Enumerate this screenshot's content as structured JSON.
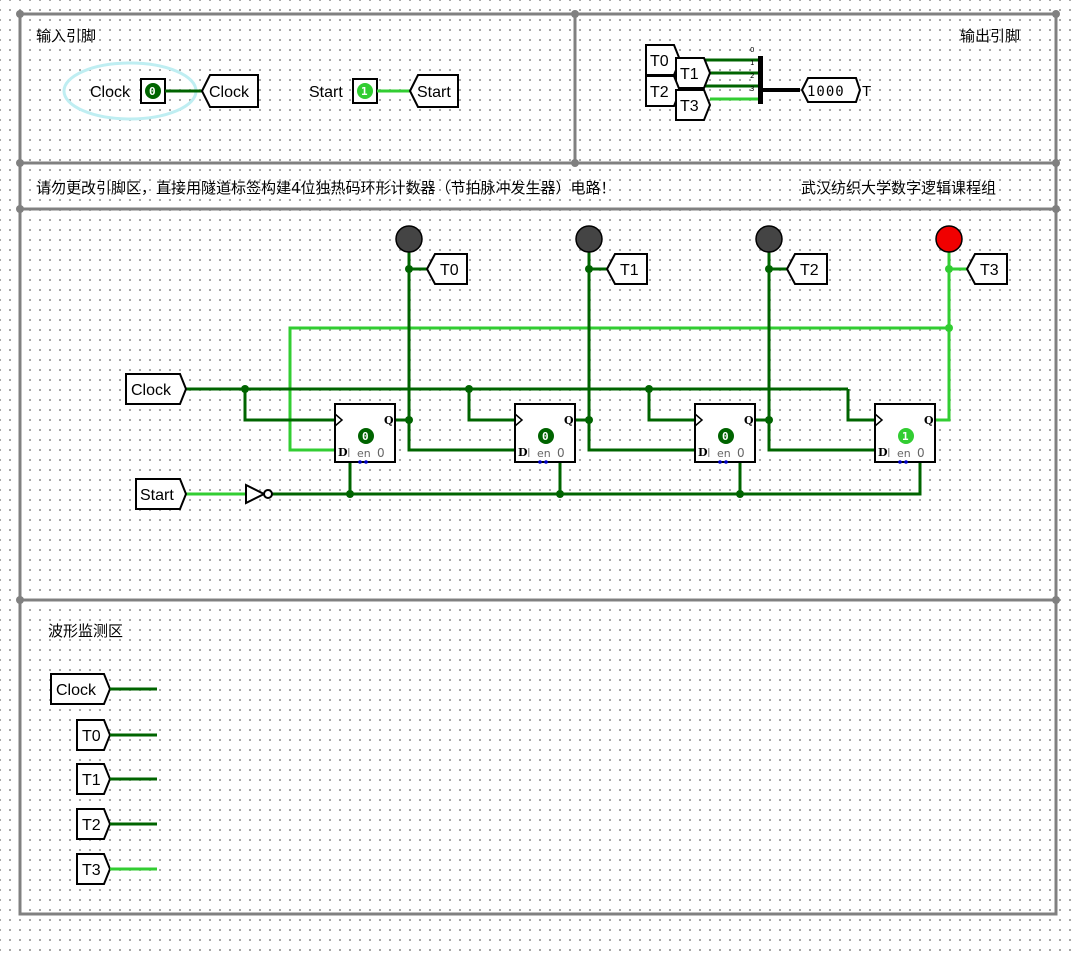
{
  "input_panel": {
    "title": "输入引脚",
    "clock_label": "Clock",
    "clock_value": "0",
    "clock_tunnel": "Clock",
    "start_label": "Start",
    "start_value": "1",
    "start_tunnel": "Start"
  },
  "output_panel": {
    "title": "输出引脚",
    "tunnels": [
      "T0",
      "T1",
      "T2",
      "T3"
    ],
    "splitter_bits": [
      "0",
      "1",
      "2",
      "3"
    ],
    "probe_value": "1000",
    "probe_suffix": "T"
  },
  "banner": {
    "instruction": "请勿更改引脚区，直接用隧道标签构建4位独热码环形计数器（节拍脉冲发生器）电路！",
    "credit": "武汉纺织大学数字逻辑课程组"
  },
  "circuit": {
    "clock_tunnel": "Clock",
    "start_tunnel": "Start",
    "flipflops": [
      {
        "state": "0",
        "q_label": "Q",
        "d_label": "D",
        "en_label": "en",
        "zero_label": "0"
      },
      {
        "state": "0",
        "q_label": "Q",
        "d_label": "D",
        "en_label": "en",
        "zero_label": "0"
      },
      {
        "state": "0",
        "q_label": "Q",
        "d_label": "D",
        "en_label": "en",
        "zero_label": "0"
      },
      {
        "state": "1",
        "q_label": "Q",
        "d_label": "D",
        "en_label": "en",
        "zero_label": "0"
      }
    ],
    "leds": [
      {
        "tunnel": "T0",
        "on": false
      },
      {
        "tunnel": "T1",
        "on": false
      },
      {
        "tunnel": "T2",
        "on": false
      },
      {
        "tunnel": "T3",
        "on": true
      }
    ]
  },
  "waveform": {
    "title": "波形监测区",
    "signals": [
      {
        "name": "Clock",
        "high": false
      },
      {
        "name": "T0",
        "high": false
      },
      {
        "name": "T1",
        "high": false
      },
      {
        "name": "T2",
        "high": false
      },
      {
        "name": "T3",
        "high": true
      }
    ]
  },
  "colors": {
    "wire_low": "#006400",
    "wire_high": "#32cd32",
    "panel_border": "#808080",
    "led_off": "#444444",
    "led_on": "#f00000",
    "selection": "#bfeef2"
  }
}
